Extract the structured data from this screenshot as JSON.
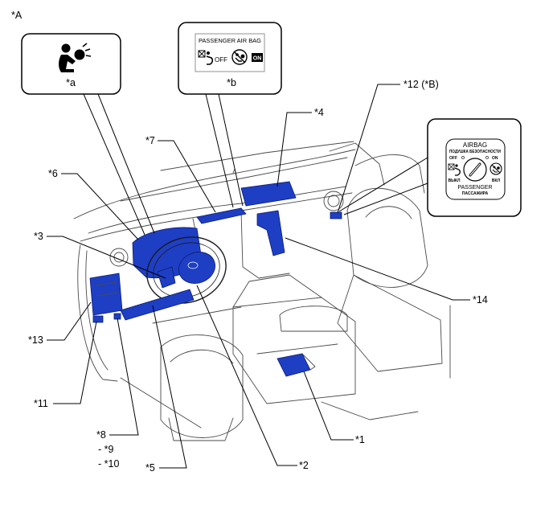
{
  "figure": {
    "label": "*A"
  },
  "insets": {
    "a": {
      "label": "*a",
      "icon": "airbag-warning-icon"
    },
    "b": {
      "label": "*b",
      "title": "PASSENGER  AIR BAG",
      "off_text": "OFF",
      "on_text": "ON",
      "icons": [
        "child-seat-icon",
        "passenger-airbag-off-icon"
      ]
    },
    "c": {
      "title": "AIRBAG",
      "title_ru": "ПОДУШКА БЕЗОПАСНОСТИ",
      "off_text": "OFF",
      "on_text": "ON",
      "off_ru": "ВЫКЛ",
      "on_ru": "ВКЛ",
      "passenger": "PASSENGER",
      "passenger_ru": "ПАССАЖИРА",
      "icons": [
        "child-seat-icon",
        "key-switch-icon",
        "passenger-airbag-off-icon"
      ]
    }
  },
  "callouts": {
    "c1": "*1",
    "c2": "*2",
    "c3": "*3",
    "c4": "*4",
    "c5": "*5",
    "c6": "*6",
    "c7": "*7",
    "c8": "*8",
    "c9": "- *9",
    "c10": "- *10",
    "c11": "*11",
    "c12": "*12 (*B)",
    "c13": "*13",
    "c14": "*14"
  },
  "colors": {
    "component": "#1e3fc4",
    "component_edge": "#0b1c73",
    "sketch": "#4a4a4a",
    "leader": "#000000"
  }
}
